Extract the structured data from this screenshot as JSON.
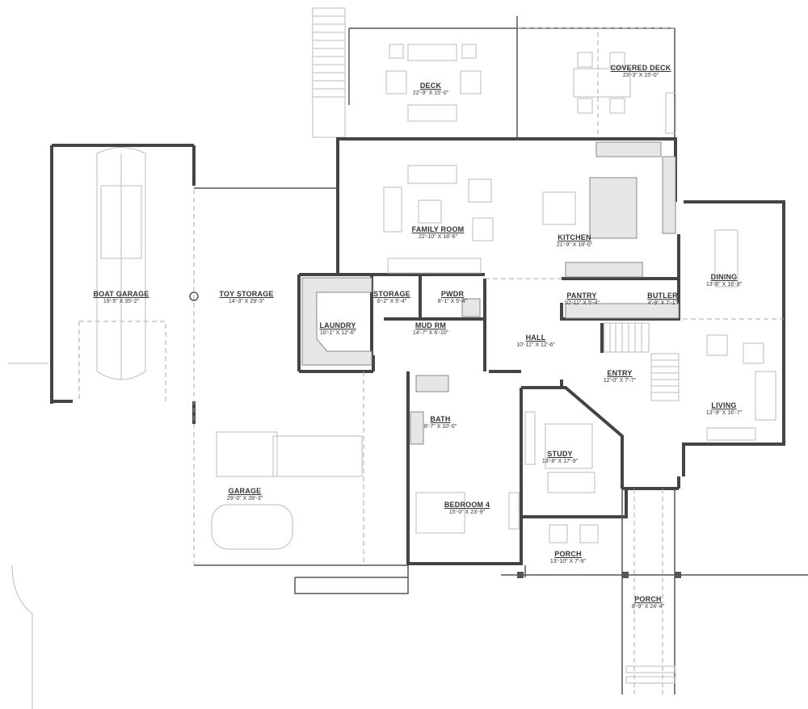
{
  "plan": {
    "rooms": [
      {
        "name": "DECK",
        "dims": "22'-9\" X 15'-0\""
      },
      {
        "name": "COVERED DECK",
        "dims": "23'-3\" X 15'-0\""
      },
      {
        "name": "FAMILY ROOM",
        "dims": "22'-10\" X 18'-6\""
      },
      {
        "name": "KITCHEN",
        "dims": "21'-9\" X 19'-0\""
      },
      {
        "name": "BOAT GARAGE",
        "dims": "19'-5\" X 35'-2\""
      },
      {
        "name": "TOY STORAGE",
        "dims": "14'-3\" X 29'-3\""
      },
      {
        "name": "LAUNDRY",
        "dims": "10'-1\" X 12'-6\""
      },
      {
        "name": "STORAGE",
        "dims": "6'-2\" X 5'-4\""
      },
      {
        "name": "PWDR",
        "dims": "8'-1\" X 5'-4\""
      },
      {
        "name": "MUD RM",
        "dims": "14'-7\" X 6'-10\""
      },
      {
        "name": "HALL",
        "dims": "10'-11\" X 12'-6\""
      },
      {
        "name": "PANTRY",
        "dims": "10'-11\" X 5'-4\""
      },
      {
        "name": "BUTLER",
        "dims": "4'-9\" X 7'-1\""
      },
      {
        "name": "DINING",
        "dims": "13'-6\" X 16'-3\""
      },
      {
        "name": "ENTRY",
        "dims": "12'-0\" X 7'-7\""
      },
      {
        "name": "LIVING",
        "dims": "13'-9\" X 16'-7\""
      },
      {
        "name": "STUDY",
        "dims": "13'-8\" X 17'-9\""
      },
      {
        "name": "BATH",
        "dims": "8'-7\" X 10'-0\""
      },
      {
        "name": "BEDROOM 4",
        "dims": "15'-0\" X 23'-9\""
      },
      {
        "name": "GARAGE",
        "dims": "29'-0\" X 28'-3\""
      },
      {
        "name": "PORCH",
        "dims": "13'-10\" X 7'-9\""
      },
      {
        "name": "PORCH",
        "dims": "8'-9\" X 24'-4\""
      }
    ]
  }
}
